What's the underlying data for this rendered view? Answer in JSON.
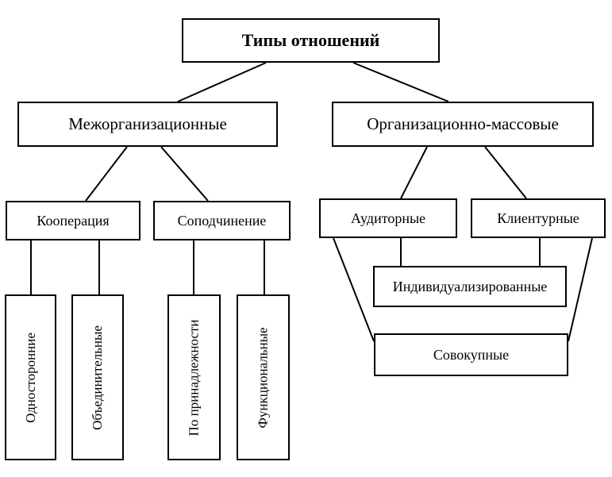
{
  "diagram": {
    "root": "Типы отношений",
    "interorganizational": {
      "label": "Межорганизационные",
      "cooperation": {
        "label": "Кооперация",
        "children": [
          "Односторонние",
          "Объединительные"
        ]
      },
      "subordination": {
        "label": "Соподчинение",
        "children": [
          "По принадлежности",
          "Функциональные"
        ]
      }
    },
    "organizational_mass": {
      "label": "Организационно-массовые",
      "auditory": "Аудиторные",
      "client": "Клиентурные",
      "individualized": "Индивидуализированные",
      "aggregate": "Совокупные"
    }
  }
}
